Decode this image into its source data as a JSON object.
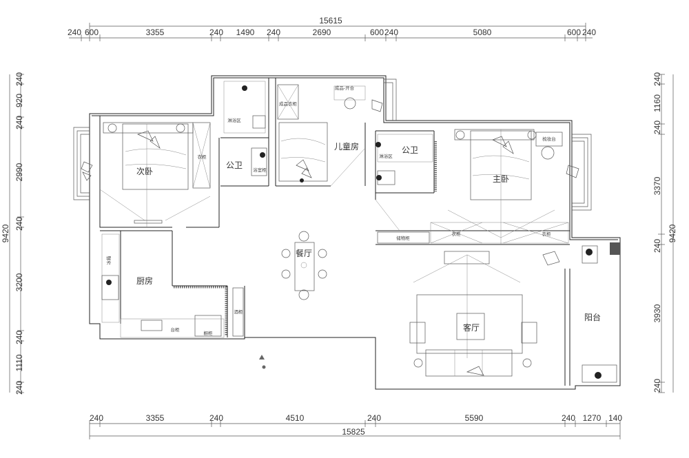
{
  "dimensions": {
    "top_total": "15615",
    "top": [
      "240",
      "600",
      "3355",
      "240",
      "1490",
      "240",
      "2690",
      "600",
      "240",
      "5080",
      "600",
      "240"
    ],
    "bottom_total": "15825",
    "bottom": [
      "240",
      "3355",
      "240",
      "4510",
      "240",
      "5590",
      "240",
      "1270",
      "140"
    ],
    "left": [
      "240",
      "920",
      "240",
      "2990",
      "240",
      "3200",
      "240",
      "1110",
      "240"
    ],
    "left_total": "9420",
    "right": [
      "240",
      "1160",
      "240",
      "3370",
      "240",
      "3930",
      "240"
    ],
    "right_total": "9420"
  },
  "rooms": {
    "second_bedroom": "次卧",
    "public_bath_1": "公卫",
    "kids_room": "儿童房",
    "public_bath_2": "公卫",
    "master_bedroom": "主卧",
    "dining": "餐厅",
    "kitchen": "厨房",
    "living": "客厅",
    "balcony": "阳台"
  },
  "labels": {
    "wardrobe_1": "衣柜",
    "wardrobe_2": "衣柜",
    "wardrobe_3": "衣柜",
    "shower_1": "淋浴区",
    "shower_2": "淋浴区",
    "bath_cabinet": "浴室柜",
    "linen_cabinet": "成品衣柜",
    "wash_basin": "成品-开合",
    "dresser": "梳妆台",
    "shoe_cabinet": "储物柜",
    "fridge": "冰箱",
    "stove_cabinet": "台柜",
    "cooktop": "橱柜",
    "wine_cabinet": "酒柜"
  },
  "colors": {
    "wall": "#222222",
    "accent_block": "#555555"
  }
}
